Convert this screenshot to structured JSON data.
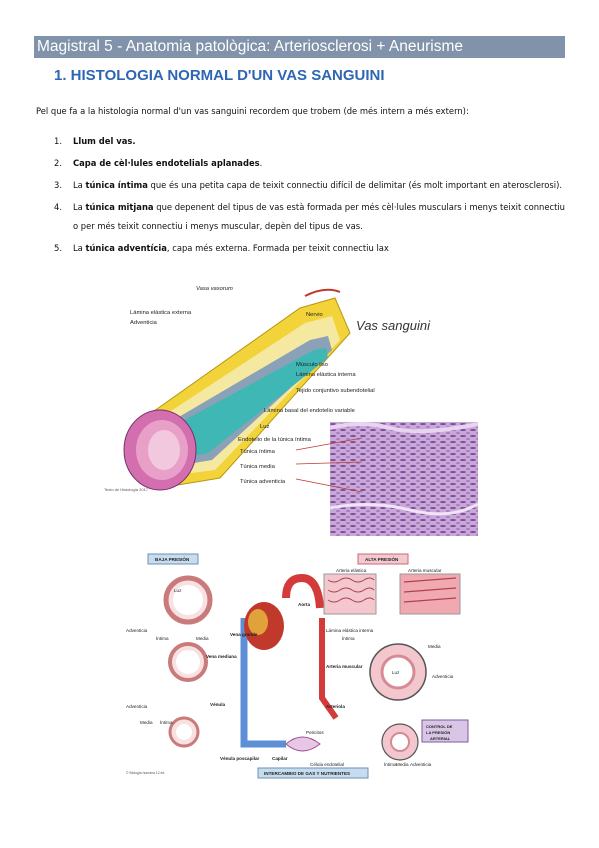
{
  "header": {
    "title": "Magistral 5 - Anatomia patològica: Arteriosclerosi + Aneurisme"
  },
  "section": {
    "title": "1. HISTOLOGIA NORMAL D'UN VAS SANGUINI"
  },
  "intro": "Pel que fa a la histologia normal d'un vas sanguini recordem que trobem (de més intern a més extern):",
  "list": [
    {
      "num": "1.",
      "bold": "Llum del vas.",
      "rest": ""
    },
    {
      "num": "2.",
      "pre": "",
      "bold": "Capa de cèl·lules endotelials aplanades",
      "rest": "."
    },
    {
      "num": "3.",
      "pre": "La ",
      "bold": "túnica íntima",
      "rest": " que és una petita capa de teixit connectiu difícil de delimitar (és molt important en aterosclerosi)."
    },
    {
      "num": "4.",
      "pre": "La ",
      "bold": "túnica mitjana",
      "rest": " que depenent del tipus de vas està formada per més cèl·lules musculars i menys teixit connectiu o per més teixit connectiu i menys muscular, depèn del tipus de vas."
    },
    {
      "num": "5.",
      "pre": "La ",
      "bold": "túnica adventícia",
      "rest": ", capa més externa. Formada per teixit connectiu lax"
    }
  ],
  "figure1": {
    "title": "Vas sanguini",
    "labels": [
      "Vasa vasorum",
      "Lámina elástica externa",
      "Adventicia",
      "Nervio",
      "Músculo liso",
      "Lámina elástica interna",
      "Tejido conjuntivo subendotelial",
      "Lámina basal del endotelio variable",
      "Luz",
      "Endotelio de la túnica íntima",
      "Túnica íntima",
      "Túnica media",
      "Túnica adventicia"
    ],
    "credit": "Texto de Histología 2017"
  },
  "figure2": {
    "labels": {
      "low": "BAJA PRESIÓN",
      "high": "ALTA PRESIÓN",
      "luz": "Luz",
      "adventicia": "Adventicia",
      "intima": "Íntima",
      "media": "Media",
      "vena_grande": "Vena grande",
      "aorta": "Aorta",
      "arteria_elastica": "Arteria elástica",
      "arteria_muscular": "Arteria muscular",
      "lamina": "Lámina elástica interna",
      "vena_mediana": "Vena mediana",
      "arteria_muscular2": "Arteria muscular",
      "venula": "Vénula",
      "arteriola": "Arteriola",
      "control": "CONTROL DE LA PRESIÓN ARTERIAL",
      "pericitos": "Pericitos",
      "venula_pos": "Vénula poscapilar",
      "capilar": "Capilar",
      "celula": "Célula endotelial",
      "exchange": "INTERCAMBIO DE GAS Y NUTRIENTES",
      "credit": "© Biología humana 12 ed."
    }
  }
}
